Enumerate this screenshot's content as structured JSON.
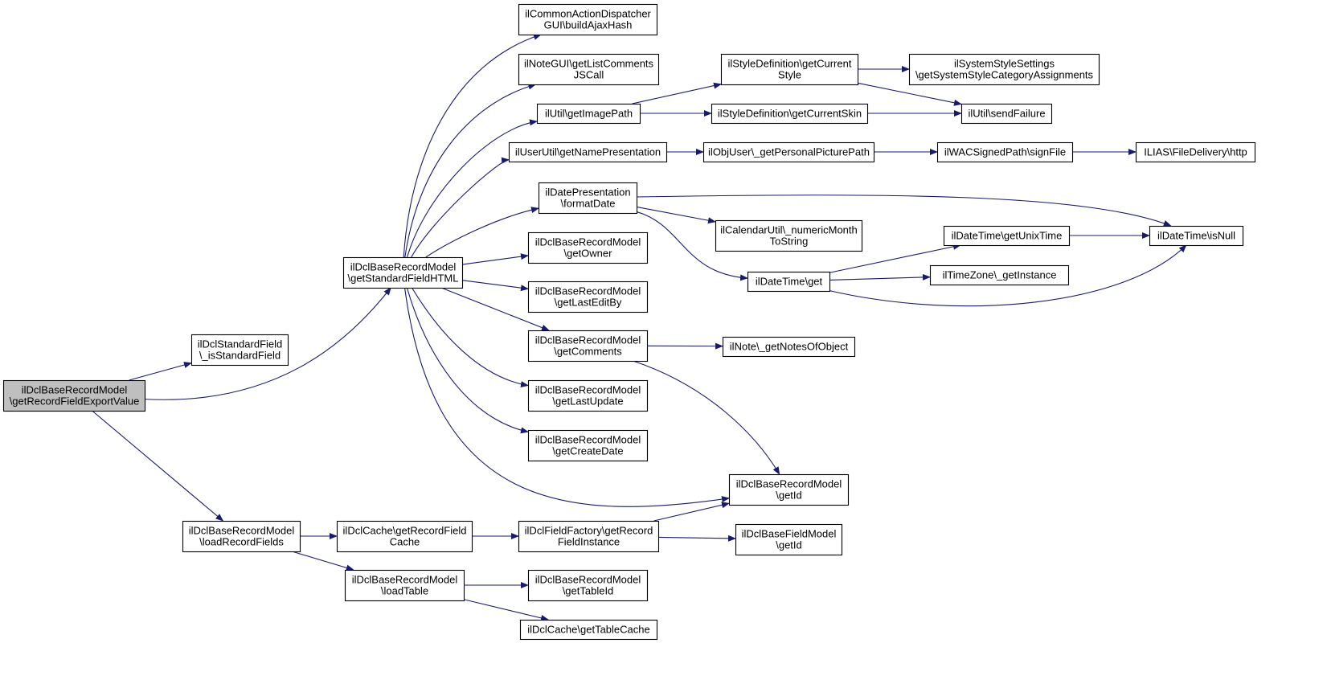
{
  "colors": {
    "edge": "#191970",
    "root_fill": "#bfbfbf",
    "node_fill": "#ffffff",
    "border": "#000000"
  },
  "nodes": [
    {
      "id": "root",
      "lines": [
        "ilDclBaseRecordModel",
        "\\getRecordFieldExportValue"
      ],
      "highlight": true
    },
    {
      "id": "isStandardField",
      "lines": [
        "ilDclStandardField",
        "\\_isStandardField"
      ]
    },
    {
      "id": "getStandardFieldHTML",
      "lines": [
        "ilDclBaseRecordModel",
        "\\getStandardFieldHTML"
      ]
    },
    {
      "id": "loadRecordFields",
      "lines": [
        "ilDclBaseRecordModel",
        "\\loadRecordFields"
      ]
    },
    {
      "id": "buildAjaxHash",
      "lines": [
        "ilCommonActionDispatcher",
        "GUI\\buildAjaxHash"
      ]
    },
    {
      "id": "getListComments",
      "lines": [
        "ilNoteGUI\\getListComments",
        "JSCall"
      ]
    },
    {
      "id": "getImagePath",
      "lines": [
        "ilUtil\\getImagePath"
      ]
    },
    {
      "id": "getNamePresentation",
      "lines": [
        "ilUserUtil\\getNamePresentation"
      ]
    },
    {
      "id": "formatDate",
      "lines": [
        "ilDatePresentation",
        "\\formatDate"
      ]
    },
    {
      "id": "getOwner",
      "lines": [
        "ilDclBaseRecordModel",
        "\\getOwner"
      ]
    },
    {
      "id": "getLastEditBy",
      "lines": [
        "ilDclBaseRecordModel",
        "\\getLastEditBy"
      ]
    },
    {
      "id": "getComments",
      "lines": [
        "ilDclBaseRecordModel",
        "\\getComments"
      ]
    },
    {
      "id": "getLastUpdate",
      "lines": [
        "ilDclBaseRecordModel",
        "\\getLastUpdate"
      ]
    },
    {
      "id": "getCreateDate",
      "lines": [
        "ilDclBaseRecordModel",
        "\\getCreateDate"
      ]
    },
    {
      "id": "recordGetId",
      "lines": [
        "ilDclBaseRecordModel",
        "\\getId"
      ]
    },
    {
      "id": "getRecordFieldCache",
      "lines": [
        "ilDclCache\\getRecordField",
        "Cache"
      ]
    },
    {
      "id": "loadTable",
      "lines": [
        "ilDclBaseRecordModel",
        "\\loadTable"
      ]
    },
    {
      "id": "getRecordFieldInstance",
      "lines": [
        "ilDclFieldFactory\\getRecord",
        "FieldInstance"
      ]
    },
    {
      "id": "fieldGetId",
      "lines": [
        "ilDclBaseFieldModel",
        "\\getId"
      ]
    },
    {
      "id": "getTableId",
      "lines": [
        "ilDclBaseRecordModel",
        "\\getTableId"
      ]
    },
    {
      "id": "getTableCache",
      "lines": [
        "ilDclCache\\getTableCache"
      ]
    },
    {
      "id": "getCurrentStyle",
      "lines": [
        "ilStyleDefinition\\getCurrent",
        "Style"
      ]
    },
    {
      "id": "getCurrentSkin",
      "lines": [
        "ilStyleDefinition\\getCurrentSkin"
      ]
    },
    {
      "id": "getSystemStyleCategoryAssignments",
      "lines": [
        "ilSystemStyleSettings",
        "\\getSystemStyleCategoryAssignments"
      ]
    },
    {
      "id": "sendFailure",
      "lines": [
        "ilUtil\\sendFailure"
      ]
    },
    {
      "id": "getPersonalPicturePath",
      "lines": [
        "ilObjUser\\_getPersonalPicturePath"
      ]
    },
    {
      "id": "signFile",
      "lines": [
        "ilWACSignedPath\\signFile"
      ]
    },
    {
      "id": "http",
      "lines": [
        "ILIAS\\FileDelivery\\http"
      ]
    },
    {
      "id": "numericMonthToString",
      "lines": [
        "ilCalendarUtil\\_numericMonth",
        "ToString"
      ]
    },
    {
      "id": "dateTimeGet",
      "lines": [
        "ilDateTime\\get"
      ]
    },
    {
      "id": "getUnixTime",
      "lines": [
        "ilDateTime\\getUnixTime"
      ]
    },
    {
      "id": "getInstance",
      "lines": [
        "ilTimeZone\\_getInstance"
      ]
    },
    {
      "id": "isNull",
      "lines": [
        "ilDateTime\\isNull"
      ]
    },
    {
      "id": "getNotesOfObject",
      "lines": [
        "ilNote\\_getNotesOfObject"
      ]
    }
  ],
  "edges": [
    [
      "root",
      "isStandardField"
    ],
    [
      "root",
      "getStandardFieldHTML"
    ],
    [
      "root",
      "loadRecordFields"
    ],
    [
      "getStandardFieldHTML",
      "buildAjaxHash"
    ],
    [
      "getStandardFieldHTML",
      "getListComments"
    ],
    [
      "getStandardFieldHTML",
      "getImagePath"
    ],
    [
      "getStandardFieldHTML",
      "getNamePresentation"
    ],
    [
      "getStandardFieldHTML",
      "formatDate"
    ],
    [
      "getStandardFieldHTML",
      "getOwner"
    ],
    [
      "getStandardFieldHTML",
      "getLastEditBy"
    ],
    [
      "getStandardFieldHTML",
      "getComments"
    ],
    [
      "getStandardFieldHTML",
      "getLastUpdate"
    ],
    [
      "getStandardFieldHTML",
      "getCreateDate"
    ],
    [
      "getStandardFieldHTML",
      "recordGetId"
    ],
    [
      "getImagePath",
      "getCurrentStyle"
    ],
    [
      "getImagePath",
      "getCurrentSkin"
    ],
    [
      "getCurrentStyle",
      "getSystemStyleCategoryAssignments"
    ],
    [
      "getCurrentStyle",
      "sendFailure"
    ],
    [
      "getCurrentSkin",
      "sendFailure"
    ],
    [
      "getNamePresentation",
      "getPersonalPicturePath"
    ],
    [
      "getPersonalPicturePath",
      "signFile"
    ],
    [
      "signFile",
      "http"
    ],
    [
      "formatDate",
      "isNull"
    ],
    [
      "formatDate",
      "numericMonthToString"
    ],
    [
      "formatDate",
      "dateTimeGet"
    ],
    [
      "dateTimeGet",
      "getUnixTime"
    ],
    [
      "dateTimeGet",
      "getInstance"
    ],
    [
      "dateTimeGet",
      "isNull"
    ],
    [
      "getUnixTime",
      "isNull"
    ],
    [
      "getComments",
      "getNotesOfObject"
    ],
    [
      "getComments",
      "recordGetId"
    ],
    [
      "loadRecordFields",
      "getRecordFieldCache"
    ],
    [
      "loadRecordFields",
      "loadTable"
    ],
    [
      "getRecordFieldCache",
      "getRecordFieldInstance"
    ],
    [
      "getRecordFieldInstance",
      "recordGetId"
    ],
    [
      "getRecordFieldInstance",
      "fieldGetId"
    ],
    [
      "loadTable",
      "getTableId"
    ],
    [
      "loadTable",
      "getTableCache"
    ]
  ]
}
